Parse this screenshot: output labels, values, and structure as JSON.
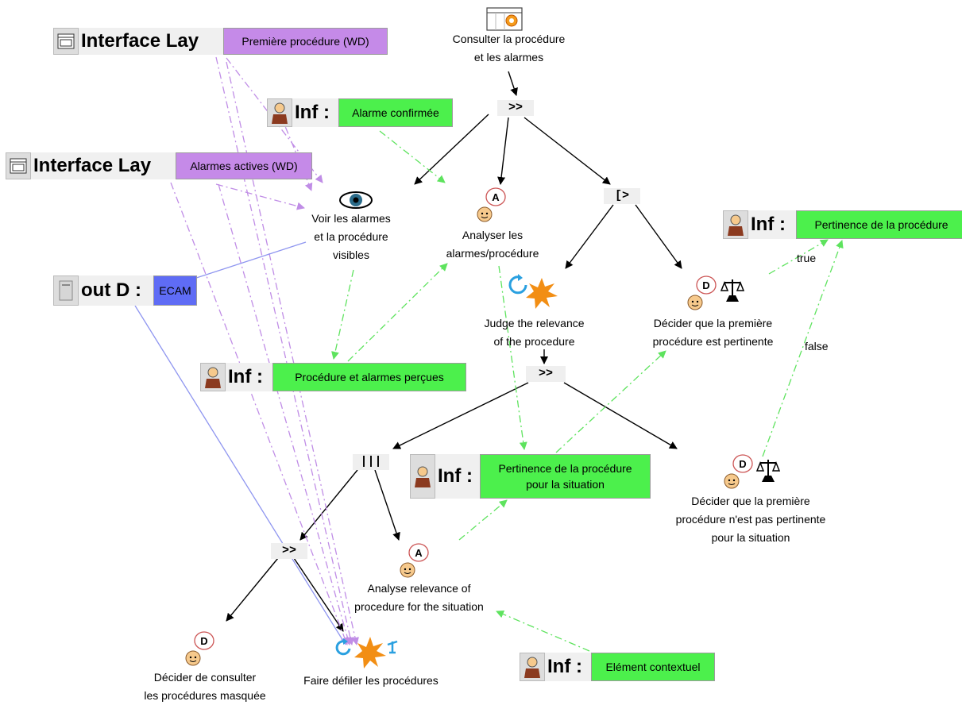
{
  "tasks": {
    "consulter": "Consulter la procédure\net les alarmes",
    "voir": "Voir les alarmes\net la procédure\nvisibles",
    "analyser": "Analyser les\nalarmes/procédure",
    "judge": "Judge the relevance\nof the procedure",
    "decider_pertinente": "Décider que la première\nprocédure est pertinente",
    "decider_non_pertinente": "Décider que la première\nprocédure n'est pas pertinente\npour la situation",
    "analyse_relevance": "Analyse relevance of\nprocedure for the situation",
    "decider_consulter": "Décider de consulter\nles procédures masquée",
    "faire_defiler": "Faire défiler les procédures"
  },
  "operators": {
    "seq_top": ">>",
    "disable": "[>",
    "seq_mid": ">>",
    "concurrent": "|||",
    "seq_low": ">>"
  },
  "objects": {
    "interface1": {
      "kind": "Interface Lay",
      "value": "Première procédure (WD)"
    },
    "interface2": {
      "kind": "Interface Lay",
      "value": "Alarmes actives (WD)"
    },
    "inf_alarme": {
      "kind": "Inf :",
      "value": "Alarme confirmée"
    },
    "out_d": {
      "kind": "out D :",
      "value": "ECAM"
    },
    "inf_percues": {
      "kind": "Inf :",
      "value": "Procédure et alarmes perçues"
    },
    "inf_pertinence_top": {
      "kind": "Inf :",
      "value": "Pertinence de la procédure"
    },
    "inf_pertinence_situation": {
      "kind": "Inf :",
      "value": "Pertinence de la procédure\npour la situation"
    },
    "inf_element": {
      "kind": "Inf :",
      "value": "Elément contextuel"
    }
  },
  "edge_labels": {
    "true": "true",
    "false": "false"
  },
  "icon_letters": {
    "analysis": "A",
    "decision": "D"
  },
  "colors": {
    "info_green": "#4cf04c",
    "interface_purple": "#c58ae8",
    "device_blue": "#5f6cf5",
    "green_dash": "#5ee35e",
    "purple_dash": "#c08de6",
    "blue_line": "#8f96f0"
  }
}
